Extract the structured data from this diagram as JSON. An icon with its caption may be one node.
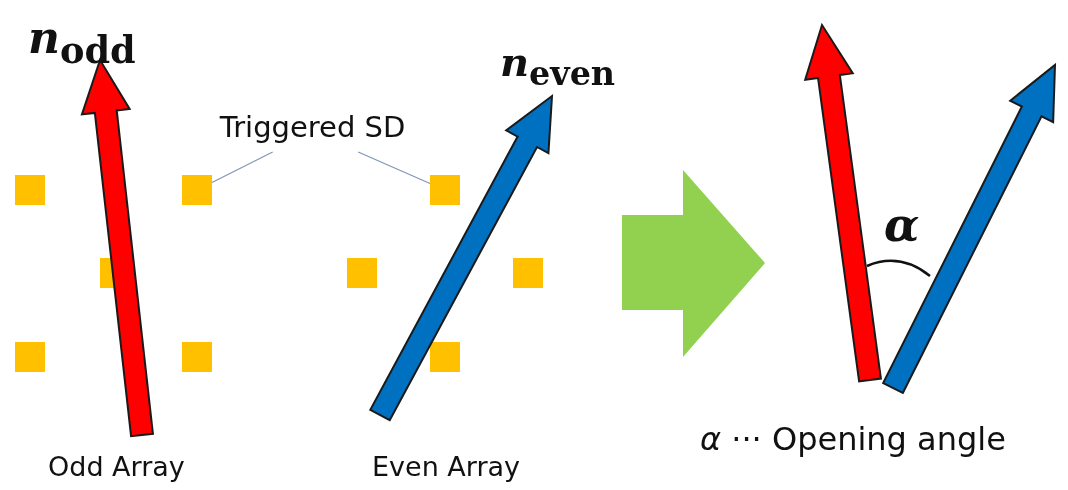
{
  "diagram": {
    "nodes": [
      {
        "text": [
          "Triggered SD"
        ]
      },
      {
        "text": [],
        "shape": "box"
      },
      {
        "text": [],
        "shape": "box"
      }
    ],
    "edges": [
      {
        "from": 0,
        "to": 1,
        "arrow": "none"
      },
      {
        "from": 0,
        "to": 2,
        "arrow": "none"
      }
    ],
    "labels": [
      "*n*$_{odd}$",
      "*n*$_{even}$",
      "*α*",
      "Odd Array",
      "Even Array",
      "*α* ··· Opening angle"
    ]
  }
}
